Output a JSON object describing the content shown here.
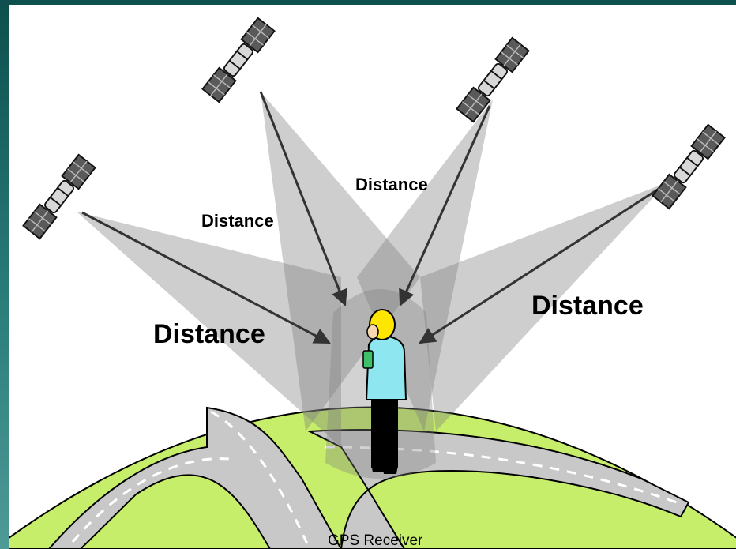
{
  "labels": {
    "distance_1": "Distance",
    "distance_2": "Distance",
    "distance_3": "Distance",
    "distance_4": "Distance",
    "receiver_caption": "GPS Receiver"
  },
  "colors": {
    "frame": "#1a6a68",
    "background": "#ffffff",
    "ground": "#c6ee6a",
    "road": "#c8c8c8",
    "signal_cone": "#808080",
    "shirt": "#8ee6f0",
    "hair": "#ffe600",
    "trousers": "#000000"
  },
  "icons": {
    "satellite": "satellite-icon",
    "person": "person-icon"
  }
}
